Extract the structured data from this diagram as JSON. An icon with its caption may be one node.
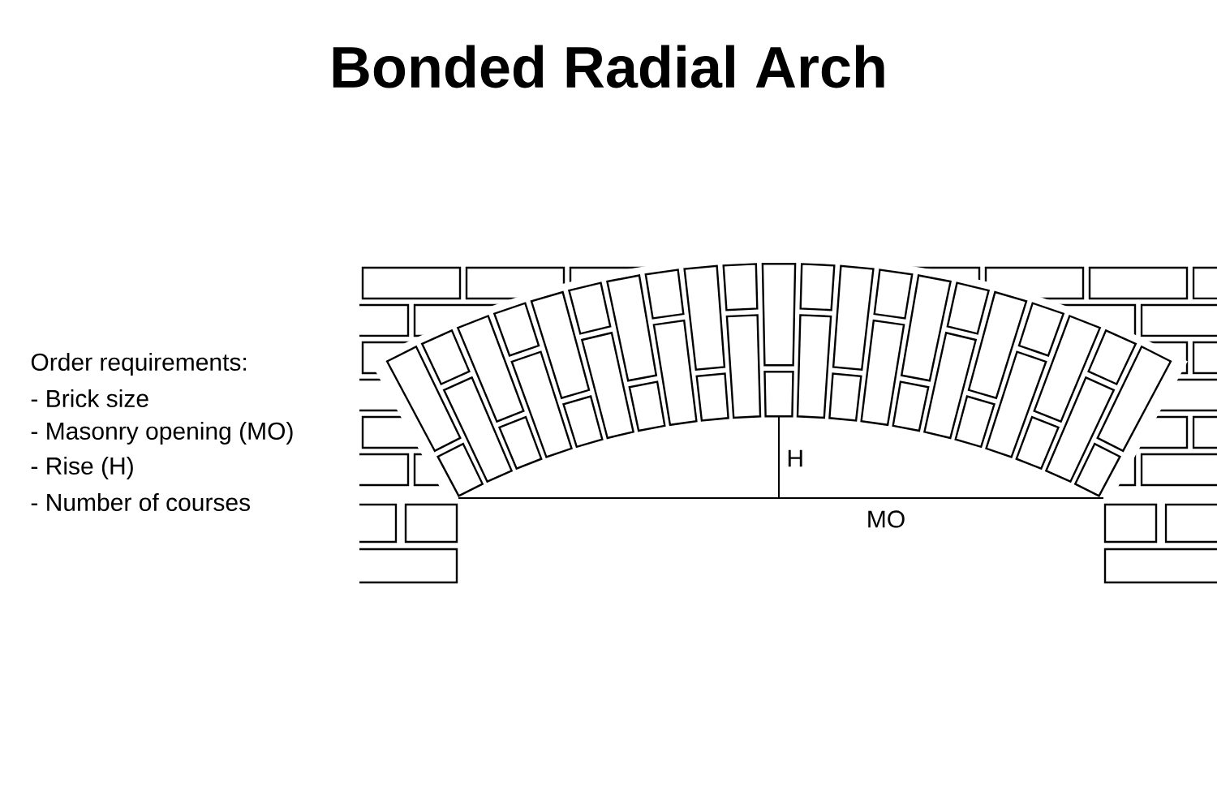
{
  "diagram": {
    "title": "Bonded Radial Arch",
    "labels": [
      "Order requirements:",
      "- Brick size",
      "- Masonry opening (MO)",
      "- Rise (H)",
      "- Number of courses",
      "H",
      "MO"
    ]
  }
}
